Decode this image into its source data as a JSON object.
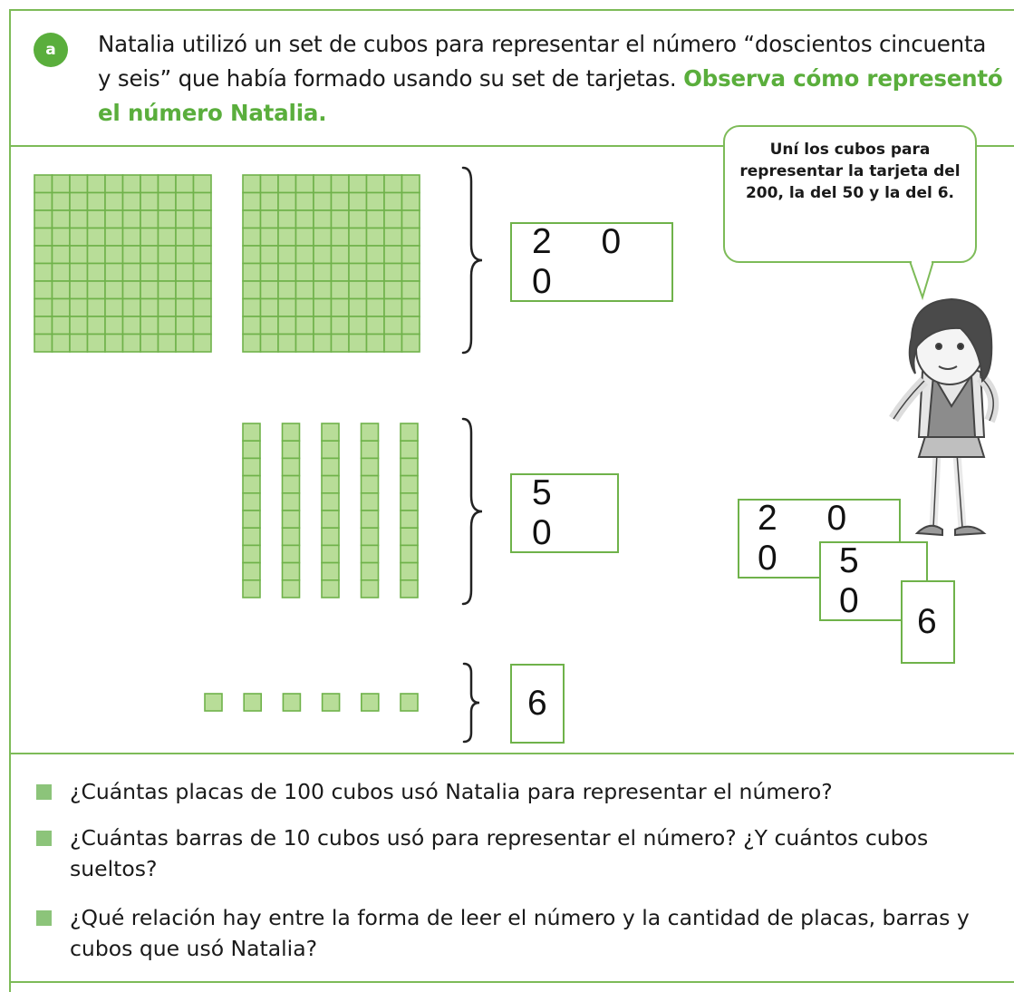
{
  "header": {
    "badge": "a",
    "intro_text": "Natalia utilizó un set de cubos para representar el número “doscientos cincuenta y seis” que había formado usando su set de tarjetas.",
    "intro_highlight": "Observa cómo representó el número Natalia."
  },
  "speech_bubble": {
    "text": "Uní los cubos para representar la tarjeta del 200, la del 50 y la del 6."
  },
  "cards": {
    "hundreds": "2 0 0",
    "tens": "5 0",
    "ones": "6"
  },
  "stacked_cards": {
    "hundreds": "2 0 0",
    "tens": "5 0",
    "ones": "6"
  },
  "blocks": {
    "plates_of_100": 2,
    "bars_of_10": 5,
    "loose_cubes": 6
  },
  "questions": [
    "¿Cuántas placas de 100 cubos usó Natalia para representar el número?",
    "¿Cuántas barras de 10 cubos usó para representar el número? ¿Y cuántos cubos sueltos?",
    "¿Qué relación hay entre la forma de leer el número y la cantidad de placas, barras y cubos que usó Natalia?"
  ],
  "colors": {
    "accent_green": "#5aae3c",
    "cube_fill": "#b8dd98",
    "cube_stroke": "#6fb24a"
  }
}
